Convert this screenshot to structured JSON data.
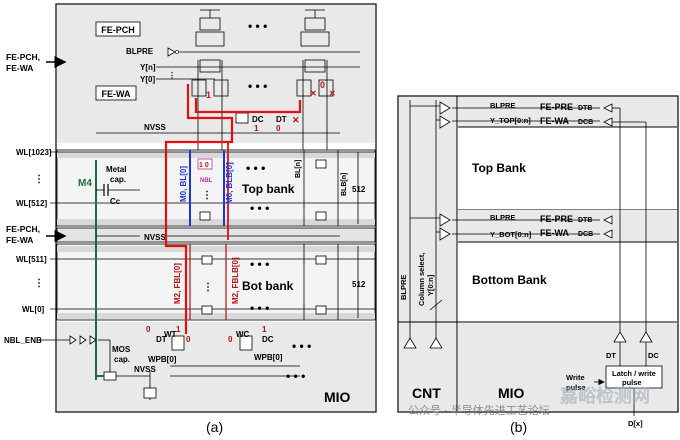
{
  "panel_a": {
    "caption": "(a)",
    "blocks": {
      "fe_pch": "FE-PCH",
      "fe_wa": "FE-WA",
      "top_bank": "Top bank",
      "bot_bank": "Bot bank",
      "mio": "MIO"
    },
    "left_inputs": {
      "fe_pch_wa_top_1": "FE-PCH,",
      "fe_pch_wa_top_2": "FE-WA",
      "fe_pch_wa_mid_1": "FE-PCH,",
      "fe_pch_wa_mid_2": "FE-WA",
      "nbl_enb": "NBL_ENB"
    },
    "wordlines": {
      "wl1023": "WL[1023]",
      "wl512": "WL[512]",
      "wl511": "WL[511]",
      "wl0": "WL[0]",
      "dots": "⋮"
    },
    "signals": {
      "blpre": "BLPRE",
      "yn": "Y[n]",
      "y0": "Y[0]",
      "nvss_top": "NVSS",
      "nvss_mid": "NVSS",
      "nvss_bot": "NVSS",
      "dc": "DC",
      "dt": "DT",
      "wt": "WT",
      "wc": "WC",
      "wpb0_left": "WPB[0]",
      "wpb0_right": "WPB[0]",
      "dt_bot": "DT",
      "dc_bot": "DC",
      "nbl": "NBL"
    },
    "cells": {
      "m4": "M4",
      "metal_cap_1": "Metal",
      "metal_cap_2": "cap.",
      "cc": "Cc",
      "mos_cap_1": "MOS",
      "mos_cap_2": "cap.",
      "m0_bl0": "M0, BL[0]",
      "m0_blb0": "M0, BLB[0]",
      "m2_fbl0": "M2, FBL[0]",
      "m2_fblb0": "M2, FBLB[0]",
      "bl_n": "BL[n]",
      "blb_n": "BLB[n]",
      "size_top": "512",
      "size_bot": "512",
      "ellipsis": "• • •",
      "one": "1",
      "zero": "0",
      "one_zero": "1 0"
    }
  },
  "panel_b": {
    "caption": "(b)",
    "blocks": {
      "top_bank": "Top Bank",
      "bottom_bank": "Bottom Bank",
      "cnt": "CNT",
      "mio": "MIO"
    },
    "signals": {
      "blpre_top": "BLPRE",
      "y_top": "Y_TOP[0:n]",
      "blpre_bot": "BLPRE",
      "y_bot": "Y_BOT[0:n]",
      "fe_pre_top": "FE-PRE",
      "fe_wa_top": "FE-WA",
      "fe_pre_bot": "FE-PRE",
      "fe_wa_bot": "FE-WA",
      "dtb_top": "DTB",
      "dcb_top": "DCB",
      "dtb_bot": "DTB",
      "dcb_bot": "DCB",
      "blpre_vert": "BLPRE",
      "col_sel_1": "Column select,",
      "col_sel_2": "Y[0:n]",
      "dt": "DT",
      "dc": "DC",
      "write_pulse_1": "Write",
      "write_pulse_2": "pulse",
      "latch_1": "Latch / write",
      "latch_2": "pulse",
      "dx": "D[x]"
    }
  },
  "watermark": {
    "line1": "公众号 · 半导体先进工艺论坛",
    "line2": "嘉峪检测网"
  },
  "colors": {
    "gray_block": "#e6e6e6",
    "red_path": "#e01010",
    "blue_bl": "#1a35d8",
    "green_m4": "#1e6b3a",
    "dark_red_label": "#b01010",
    "magenta": "#c0309a"
  }
}
